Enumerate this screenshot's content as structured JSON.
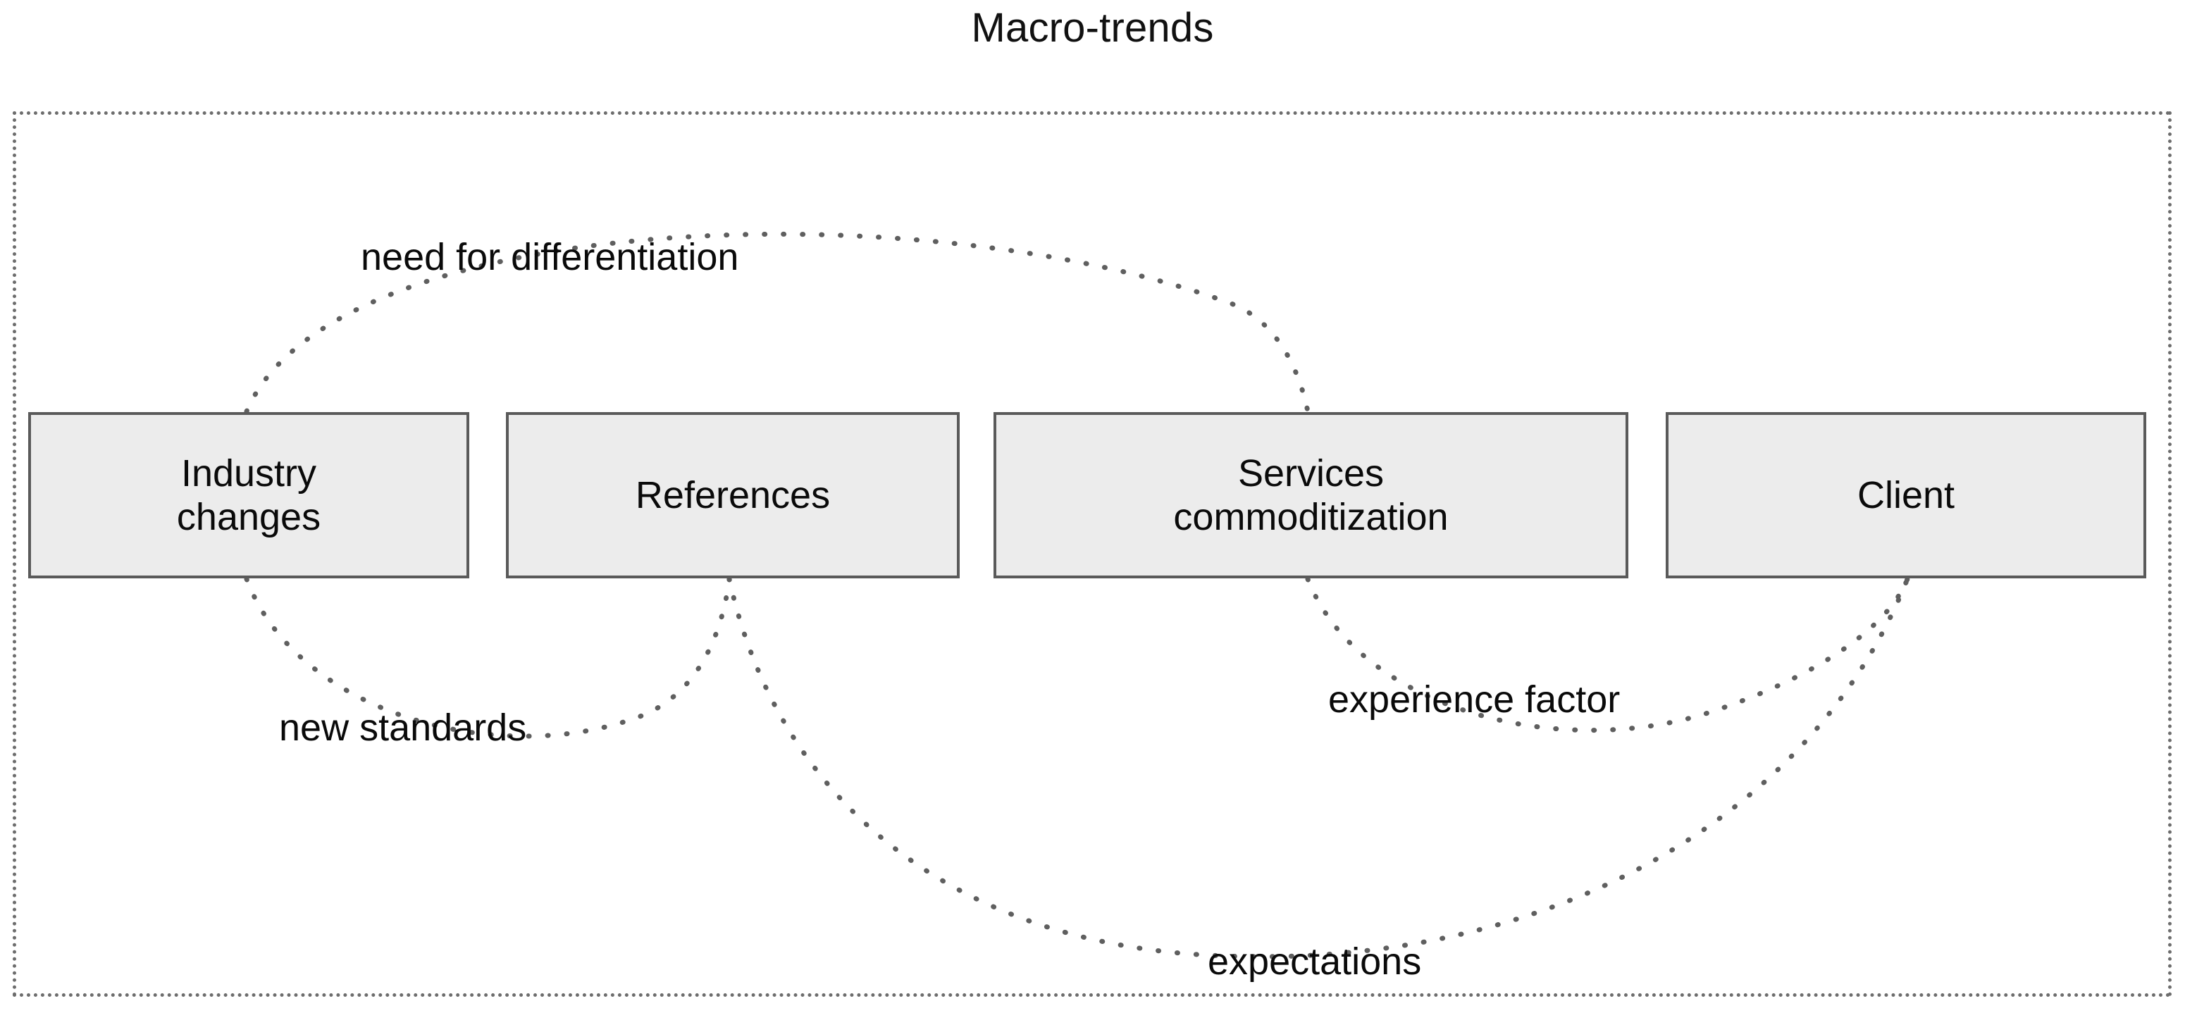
{
  "diagram": {
    "title": "Macro-trends",
    "frame": {
      "name": "macro-trends-boundary",
      "style": "dotted-rectangle",
      "border_color": "#6d6d6d"
    },
    "nodes": [
      {
        "id": "industry",
        "label": "Industry\nchanges",
        "fill": "#ececec",
        "border": "#5a5a5a"
      },
      {
        "id": "references",
        "label": "References",
        "fill": "#ececec",
        "border": "#5a5a5a"
      },
      {
        "id": "services",
        "label": "Services\ncommoditization",
        "fill": "#ececec",
        "border": "#5a5a5a"
      },
      {
        "id": "client",
        "label": "Client",
        "fill": "#ececec",
        "border": "#5a5a5a"
      }
    ],
    "edges": [
      {
        "id": "need-for-differentiation",
        "label": "need for differentiation",
        "from": "industry",
        "to": "services",
        "route": "above",
        "style": "dotted"
      },
      {
        "id": "new-standards",
        "label": "new standards",
        "from": "industry",
        "to": "references",
        "route": "below",
        "style": "dotted"
      },
      {
        "id": "experience-factor",
        "label": "experience factor",
        "from": "services",
        "to": "client",
        "route": "below",
        "style": "dotted"
      },
      {
        "id": "expectations",
        "label": "expectations",
        "from": "references",
        "to": "client",
        "route": "below",
        "style": "dotted"
      }
    ]
  }
}
